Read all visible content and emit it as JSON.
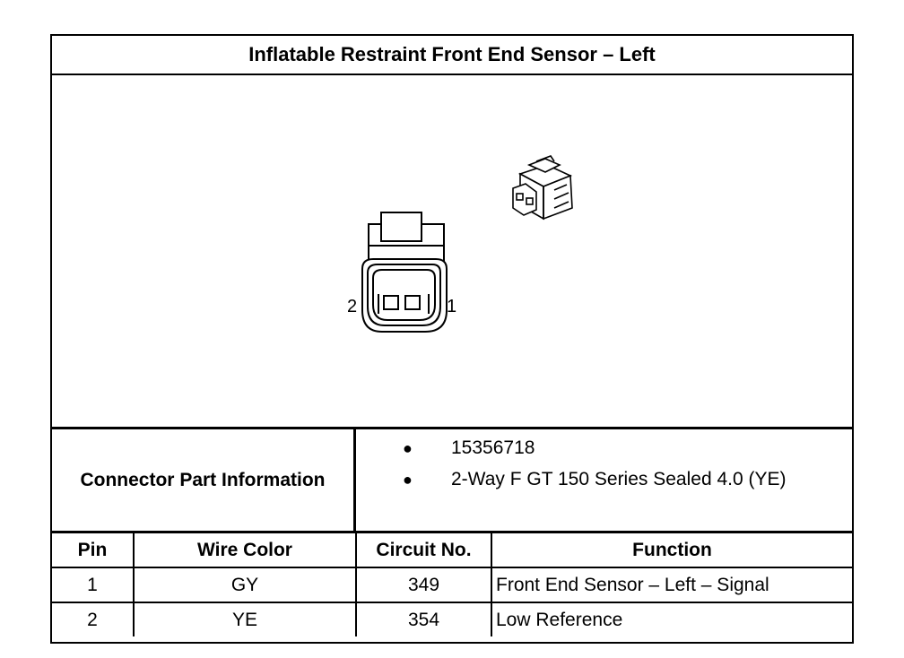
{
  "title": "Inflatable Restraint Front End Sensor – Left",
  "connector_view": {
    "pin_labels": [
      "2",
      "1"
    ]
  },
  "connector_info": {
    "label": "Connector Part Information",
    "items": [
      "15356718",
      "2-Way F GT 150 Series Sealed 4.0 (YE)"
    ],
    "bullet": "●"
  },
  "pin_table": {
    "headers": [
      "Pin",
      "Wire Color",
      "Circuit No.",
      "Function"
    ],
    "rows": [
      [
        "1",
        "GY",
        "349",
        "Front End Sensor – Left – Signal"
      ],
      [
        "2",
        "YE",
        "354",
        "Low Reference"
      ]
    ]
  }
}
